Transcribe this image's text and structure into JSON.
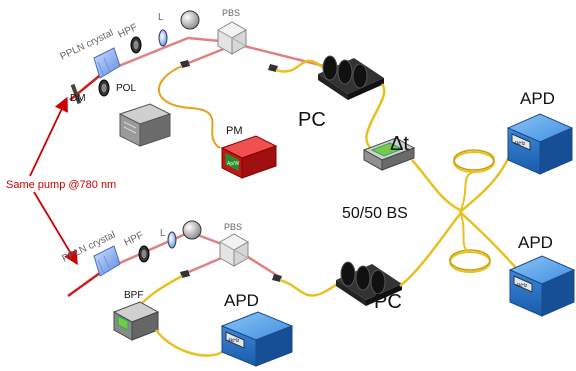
{
  "labels": {
    "ppln_top": "PPLN crystal",
    "hpf_top": "HPF",
    "l_top": "L",
    "pbs_top": "PBS",
    "dm": "DM",
    "pol": "POL",
    "pm": "PM",
    "pc_top": "PC",
    "delta_t": "Δt",
    "pump_note": "Same pump @780 nm",
    "ppln_bottom": "PPLN crystal",
    "hpf_bottom": "HPF",
    "l_bottom": "L",
    "pbs_bottom": "PBS",
    "bpf": "BPF",
    "apd_bottom": "APD",
    "pc_bottom": "PC",
    "beamsplitter": "50/50 BS",
    "apd_right_top": "APD",
    "apd_right_bottom": "APD",
    "apd_freq": "4kHz",
    "pm_display": "Ap/W"
  },
  "colors": {
    "pump_arrow": "#cc0000",
    "laser_beam": "#e08080",
    "fiber": "#e8c020",
    "apd_blue": "#2a78d0",
    "pm_red": "#d02020"
  }
}
